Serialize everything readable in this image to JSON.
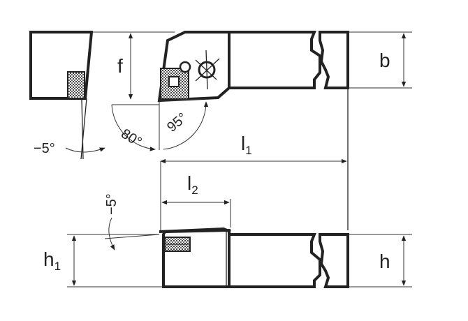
{
  "labels": {
    "f": "f",
    "b": "b",
    "h": "h",
    "h1_main": "h",
    "h1_sub": "1",
    "l1_main": "l",
    "l1_sub": "1",
    "l2_main": "l",
    "l2_sub": "2",
    "angle_80": "80°",
    "angle_95": "95°",
    "angle_minus5_top": "−5°",
    "angle_minus5_side": "−5°"
  },
  "colors": {
    "line": "#222222",
    "insert_fill": "#555555"
  }
}
